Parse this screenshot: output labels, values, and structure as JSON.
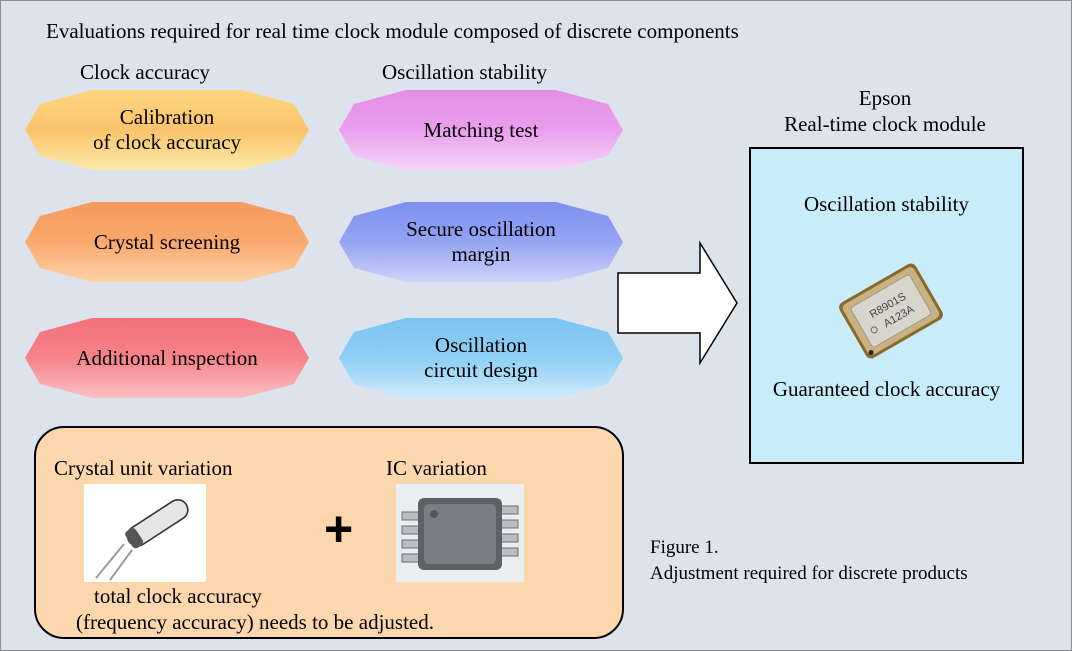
{
  "title": "Evaluations required for real time clock module composed of discrete components",
  "columns": {
    "clock_accuracy": {
      "heading": "Clock accuracy",
      "items": [
        {
          "line1": "Calibration",
          "line2": "of clock accuracy",
          "color": "#fbc46c"
        },
        {
          "line1": "Crystal screening",
          "line2": "",
          "color": "#f9a86d"
        },
        {
          "line1": "Additional inspection",
          "line2": "",
          "color": "#f6838c"
        }
      ]
    },
    "oscillation_stability": {
      "heading": "Oscillation stability",
      "items": [
        {
          "line1": "Matching test",
          "line2": "",
          "color": "#ea9fed"
        },
        {
          "line1": "Secure oscillation",
          "line2": "margin",
          "color": "#95a4f3"
        },
        {
          "line1": "Oscillation",
          "line2": "circuit design",
          "color": "#8fcff4"
        }
      ]
    }
  },
  "epson": {
    "line1": "Epson",
    "line2": "Real-time clock module",
    "oscillation_stability": "Oscillation stability",
    "guaranteed": "Guaranteed clock accuracy",
    "chip_marking_1": "R8901S",
    "chip_marking_2": "A123A",
    "box_color": "#c9ecfb"
  },
  "variation": {
    "crystal": "Crystal unit variation",
    "ic": "IC variation",
    "plus": "+",
    "total_line1": "total clock accuracy",
    "total_line2": "(frequency accuracy) needs to be adjusted.",
    "box_color": "#fcd7ae"
  },
  "caption": {
    "line1": "Figure 1.",
    "line2": "Adjustment required for discrete products"
  }
}
